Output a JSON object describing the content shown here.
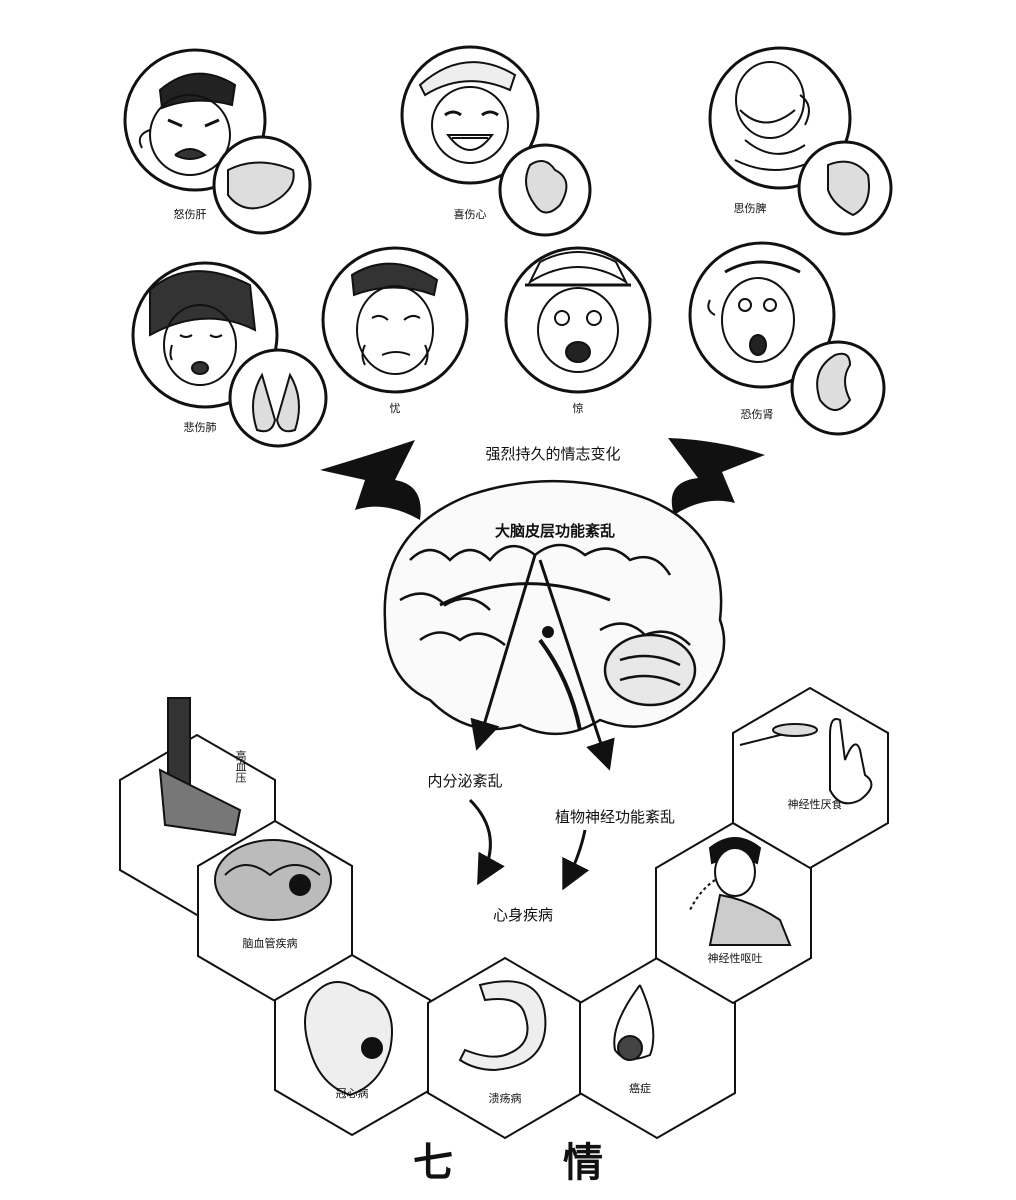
{
  "title": "七情",
  "emotions": [
    {
      "label": "怒伤肝",
      "face-icon": "angry-face-icon",
      "organ-icon": "liver-icon"
    },
    {
      "label": "喜伤心",
      "face-icon": "laughing-face-icon",
      "organ-icon": "heart-icon"
    },
    {
      "label": "思伤脾",
      "face-icon": "pensive-face-icon",
      "organ-icon": "spleen-icon"
    },
    {
      "label": "悲伤肺",
      "face-icon": "crying-face-icon",
      "organ-icon": "lungs-icon"
    },
    {
      "label": "忧",
      "face-icon": "worried-face-icon"
    },
    {
      "label": "惊",
      "face-icon": "shocked-face-icon"
    },
    {
      "label": "恐伤肾",
      "face-icon": "fearful-face-icon",
      "organ-icon": "kidney-icon"
    }
  ],
  "flow": {
    "top_text": "强烈持久的情志变化",
    "brain_text": "大脑皮层功能紊乱",
    "left_branch": "内分泌紊乱",
    "right_branch": "植物神经功能紊乱",
    "result": "心身疾病"
  },
  "diseases": [
    {
      "label": "高血压",
      "icon": "blood-pressure-gauge-icon"
    },
    {
      "label": "脑血管疾病",
      "icon": "brain-icon"
    },
    {
      "label": "冠心病",
      "icon": "heart-icon"
    },
    {
      "label": "溃疡病",
      "icon": "stomach-icon"
    },
    {
      "label": "癌症",
      "icon": "breast-tumor-icon"
    },
    {
      "label": "神经性呕吐",
      "icon": "vomiting-person-icon"
    },
    {
      "label": "神经性厌食",
      "icon": "refusing-food-icon"
    }
  ],
  "colors": {
    "ink": "#111111",
    "paper": "#ffffff"
  }
}
